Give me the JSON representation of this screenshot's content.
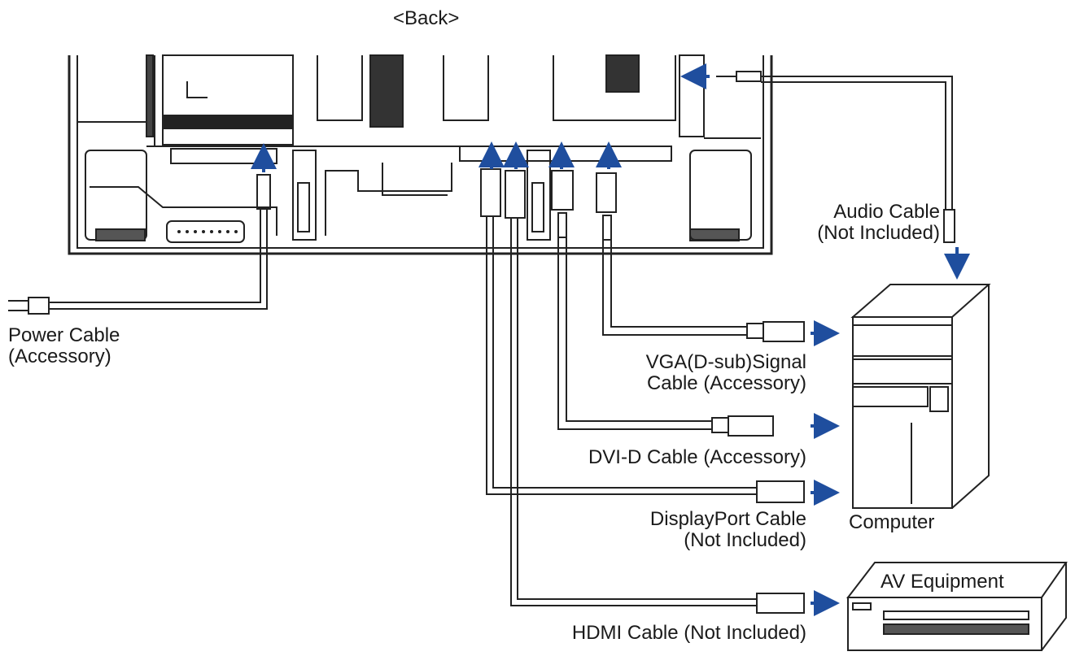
{
  "title": "<Back>",
  "cables": {
    "power": {
      "line1": "Power Cable",
      "line2": "(Accessory)"
    },
    "audio": {
      "line1": "Audio Cable",
      "line2": "(Not Included)"
    },
    "vga": {
      "line1": "VGA(D-sub)Signal",
      "line2": "Cable (Accessory)"
    },
    "dvi": {
      "line1": "DVI-D Cable (Accessory)"
    },
    "displayport": {
      "line1": "DisplayPort Cable",
      "line2": "(Not Included)"
    },
    "hdmi": {
      "line1": "HDMI Cable (Not Included)"
    }
  },
  "devices": {
    "computer": "Computer",
    "av_equipment": "AV Equipment"
  },
  "colors": {
    "arrow": "#1f4e9e",
    "line": "#222222"
  }
}
